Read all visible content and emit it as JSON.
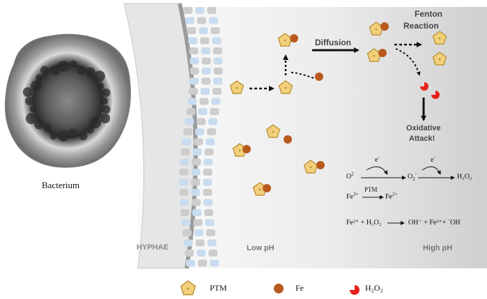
{
  "labels": {
    "bacterium": "Bacterium",
    "hyphae": "HYPHAE",
    "low_ph": "Low pH",
    "high_ph": "High pH",
    "diffusion": "Diffusion",
    "fenton_line1": "Fenton",
    "fenton_line2": "Reaction",
    "oxidative_line1": "Oxidative",
    "oxidative_line2": "Attack!"
  },
  "equations": {
    "electron": "e",
    "electron_sup": "-",
    "o2_left": "O",
    "o2_left_sup": "2",
    "o2_radical": "O",
    "o2_radical_sup": "-",
    "o2_radical_sub": "2",
    "h2o2": "H₂O₂",
    "fe3_base": "Fe",
    "fe3_charge": "3+",
    "ptm": "PTM",
    "fe2_base": "Fe",
    "fe2_charge": "2+",
    "fenton_eq_left": "Fe²⁺ + H₂O₂",
    "fenton_eq_right": "OH⁻ + Fe³⁺+ ˙OH"
  },
  "legend": {
    "ptm": "PTM",
    "fe": "Fe",
    "h2o2": "H₂O₂"
  },
  "colors": {
    "ptm_fill": "#f2d07b",
    "ptm_stroke": "#b48a2a",
    "fe": "#b85a1e",
    "h2o2": "#e8221a",
    "hyphae_blue": "#c9dcef",
    "hyphae_gray": "#cdcdcd"
  }
}
